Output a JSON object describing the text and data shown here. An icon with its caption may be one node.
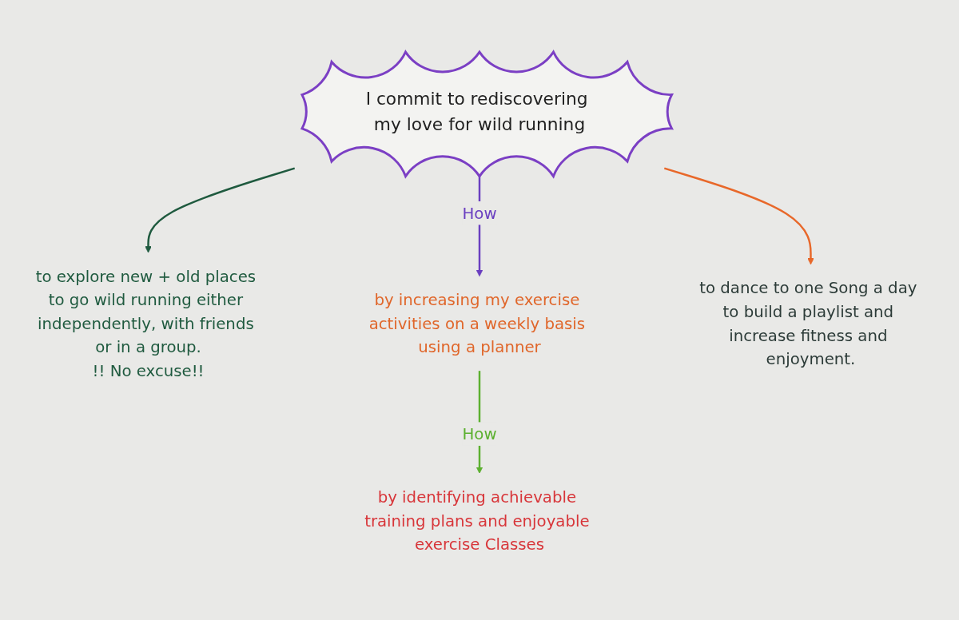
{
  "diagram": {
    "nodes": [
      {
        "text": [
          "to explore new + old places to go wild running either independently, with friends or in a group.",
          "!! No excuse!!"
        ]
      },
      {
        "text": [
          "by increasing my exercise activities on a weekly basis using a planner"
        ]
      },
      {
        "text": [
          "I commit to rediscovering my love for wild running"
        ]
      },
      {
        "text": [
          "to dance to one Song a day to build a playlist and increase fitness and enjoyment."
        ]
      },
      {
        "text": [
          "by identifying achievable training plans and enjoyable exercise Classes"
        ]
      }
    ],
    "edges": [
      {
        "from": 2,
        "to": 0,
        "arrow": "to",
        "color": "#1f5a3f"
      },
      {
        "from": 2,
        "to": 1,
        "arrow": "to",
        "label": "How",
        "color": "#6a3fc0"
      },
      {
        "from": 1,
        "to": 4,
        "arrow": "to",
        "label": "How",
        "color": "#5cb030"
      },
      {
        "from": 2,
        "to": 3,
        "arrow": "to",
        "color": "#e8682a"
      }
    ]
  }
}
